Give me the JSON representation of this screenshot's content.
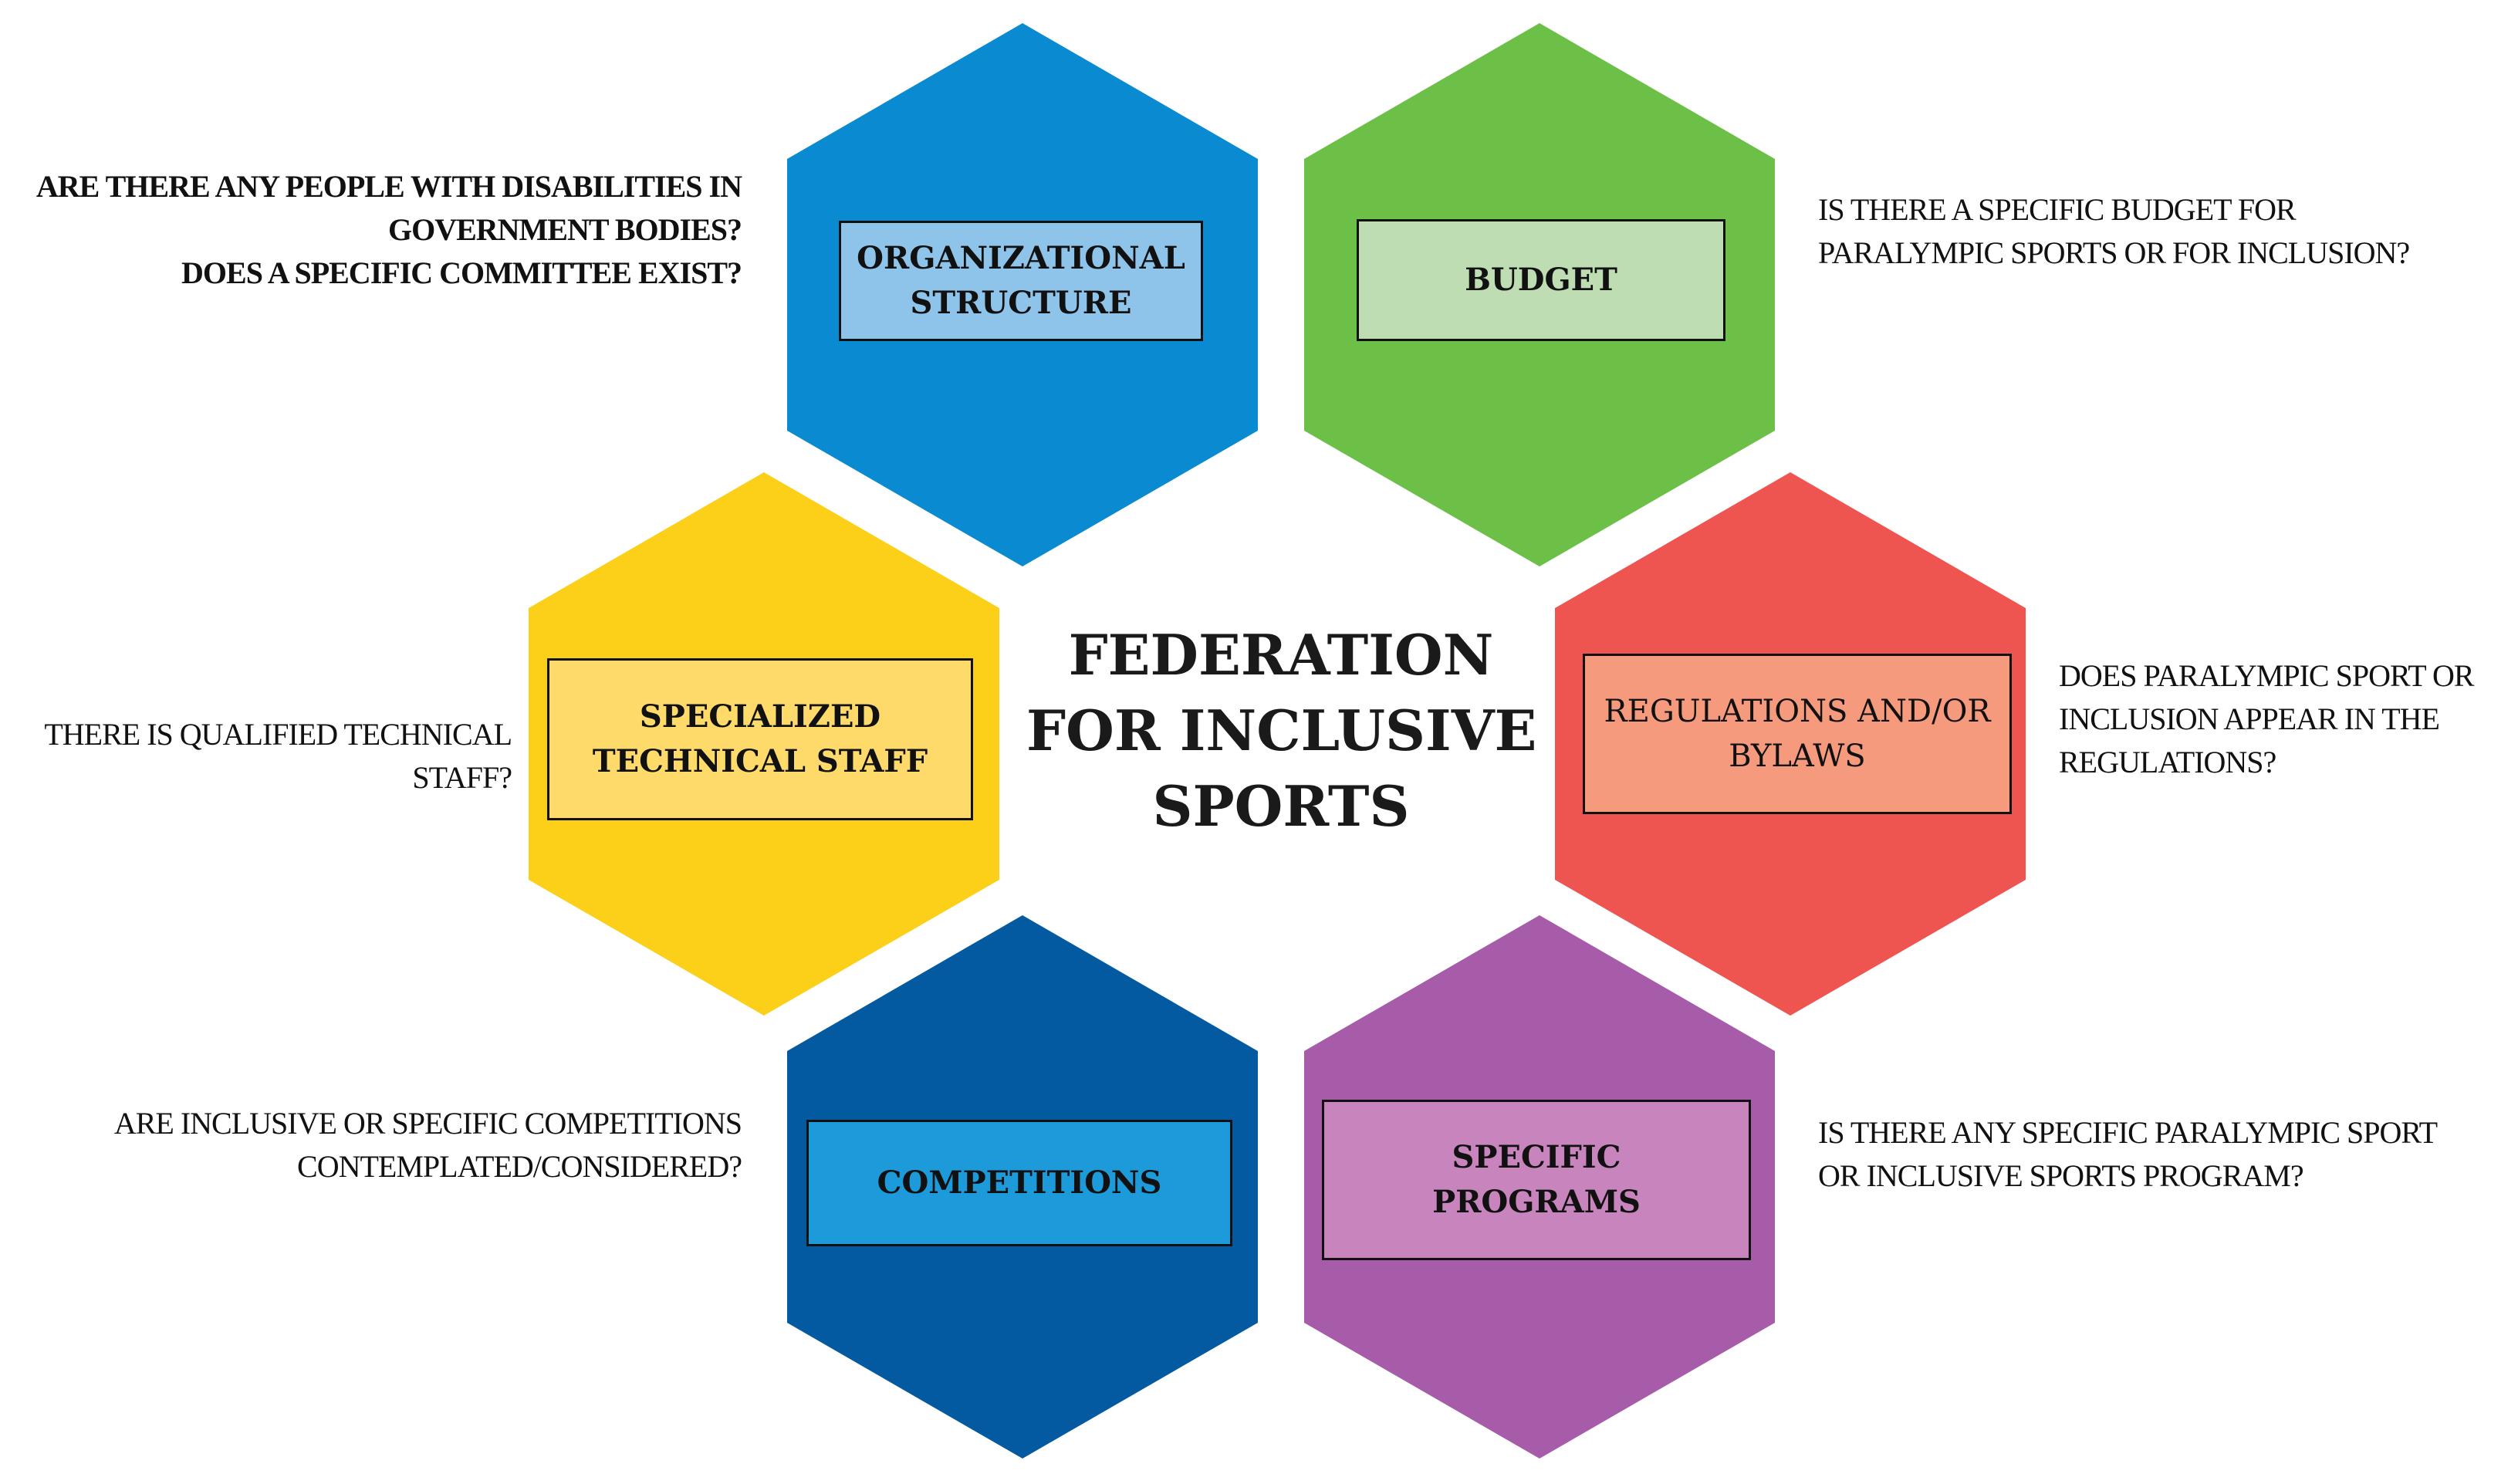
{
  "center": {
    "lines": [
      "FEDERATION",
      "FOR INCLUSIVE",
      "SPORTS"
    ]
  },
  "hexagons": {
    "organizational": {
      "lines": [
        "ORGANIZATIONAL",
        "STRUCTURE"
      ],
      "color": "#0A8AD0",
      "box_color": "#8EC4EA"
    },
    "budget": {
      "lines": [
        "BUDGET"
      ],
      "color": "#6CBF47",
      "box_color": "#BEDDB2"
    },
    "technical": {
      "lines": [
        "SPECIALIZED",
        "TECHNICAL STAFF"
      ],
      "color": "#FCCF18",
      "box_color": "#FDDA6A"
    },
    "regulations": {
      "lines": [
        "REGULATIONS AND/OR",
        "BYLAWS"
      ],
      "color": "#EE5551",
      "box_color": "#F59A7C"
    },
    "competitions": {
      "lines": [
        "COMPETITIONS"
      ],
      "color": "#045AA0",
      "box_color": "#1C9ADA"
    },
    "programs": {
      "lines": [
        "SPECIFIC",
        "PROGRAMS"
      ],
      "color": "#A65CA8",
      "box_color": "#C884BD"
    }
  },
  "questions": {
    "organizational": [
      "ARE THERE ANY PEOPLE WITH DISABILITIES IN",
      "GOVERNMENT BODIES?",
      "DOES A SPECIFIC COMMITTEE EXIST?"
    ],
    "budget": [
      "IS THERE A SPECIFIC BUDGET FOR",
      "PARALYMPIC SPORTS OR FOR INCLUSION?"
    ],
    "technical": [
      "THERE IS QUALIFIED TECHNICAL",
      "STAFF?"
    ],
    "regulations": [
      "DOES PARALYMPIC SPORT OR",
      "INCLUSION APPEAR IN THE",
      "REGULATIONS?"
    ],
    "competitions": [
      "ARE INCLUSIVE OR SPECIFIC COMPETITIONS",
      "CONTEMPLATED/CONSIDERED?"
    ],
    "programs": [
      "IS THERE ANY SPECIFIC PARALYMPIC SPORT",
      "OR INCLUSIVE SPORTS PROGRAM?"
    ]
  }
}
